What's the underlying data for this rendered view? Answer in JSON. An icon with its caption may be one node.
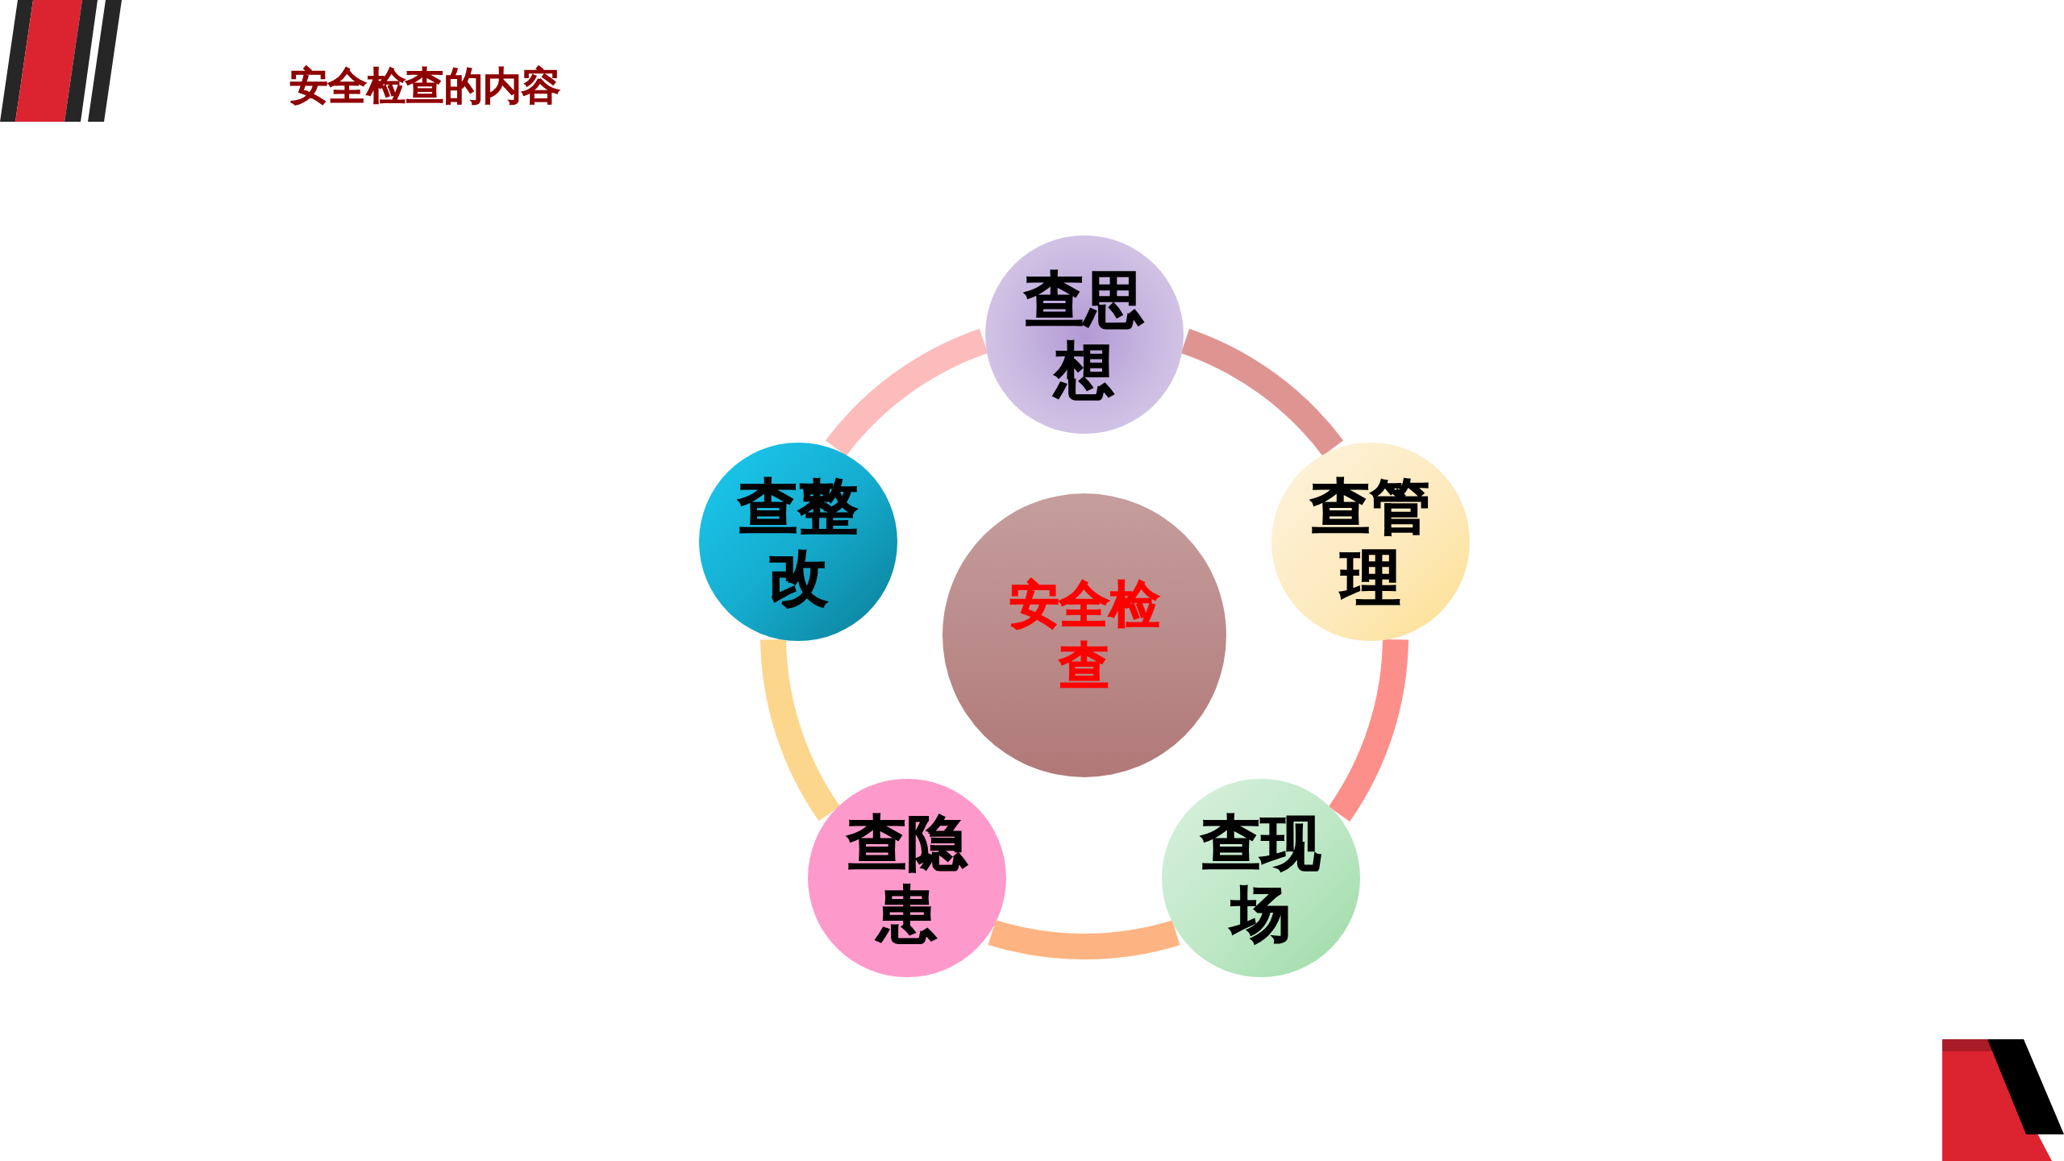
{
  "diagram": {
    "title": "安全检查的内容",
    "nodes": [
      {
        "text": [
          "安全检查"
        ]
      },
      {
        "text": [
          "查思想"
        ]
      },
      {
        "text": [
          "查管理"
        ]
      },
      {
        "text": [
          "查现场"
        ]
      },
      {
        "text": [
          "查隐患"
        ]
      },
      {
        "text": [
          "查整改"
        ]
      }
    ],
    "edges": [
      {
        "from": 1,
        "to": 2,
        "arrow": "none",
        "color": "#de9592"
      },
      {
        "from": 2,
        "to": 3,
        "arrow": "none",
        "color": "#fd8f8a"
      },
      {
        "from": 3,
        "to": 4,
        "arrow": "none",
        "color": "#fdb482"
      },
      {
        "from": 4,
        "to": 5,
        "arrow": "none",
        "color": "#fdd68e"
      },
      {
        "from": 5,
        "to": 1,
        "arrow": "none",
        "color": "#fcbcbb"
      }
    ]
  }
}
